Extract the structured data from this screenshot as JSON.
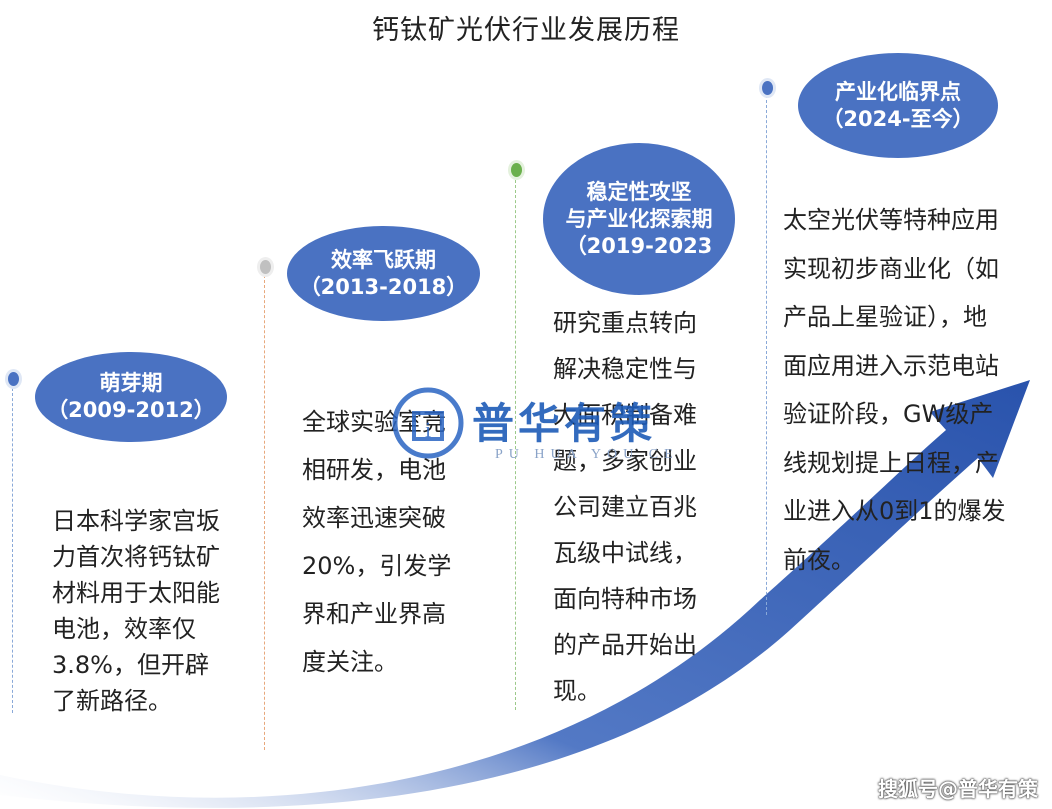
{
  "title": "钙钛矿光伏行业发展历程",
  "phases": [
    {
      "name": "萌芽期",
      "period": "（2009-2012）",
      "lines": [
        "日本科学家宫坂",
        "力首次将钙钛矿",
        "材料用于太阳能",
        "电池，效率仅",
        "3.8%，但开辟",
        "了新路径。"
      ]
    },
    {
      "name": "效率飞跃期",
      "period": "（2013-2018）",
      "lines": [
        "全球实验室竞",
        "相研发，电池",
        "效率迅速突破",
        "20%，引发学",
        "界和产业界高",
        "度关注。"
      ]
    },
    {
      "name_lines": [
        "稳定性攻坚",
        "与产业化探索期"
      ],
      "period": "（2019-2023",
      "lines": [
        "研究重点转向",
        "解决稳定性与",
        "大面积制备难",
        "题，多家创业",
        "公司建立百兆",
        "瓦级中试线，",
        "面向特种市场",
        "的产品开始出",
        "现。"
      ]
    },
    {
      "name": "产业化临界点",
      "period": "（2024-至今）",
      "lines": [
        "太空光伏等特种应用",
        "实现初步商业化（如",
        "产品上星验证），地",
        "面应用进入示范电站",
        "验证阶段，GW级产",
        "线规划提上日程，产",
        "业进入从0到1的爆发",
        "前夜。"
      ]
    }
  ],
  "watermark": {
    "text": "普华有策",
    "sub": "PU HUA YOU CE",
    "logo_letter": "i"
  },
  "footer": "搜狐号@普华有策",
  "colors": {
    "phase_fill": "#4a72c2",
    "arrow": "#2b57b0",
    "dot_blue": "#4a72c2",
    "dot_gray": "#c0c0c0",
    "dot_green": "#6ab04c"
  }
}
